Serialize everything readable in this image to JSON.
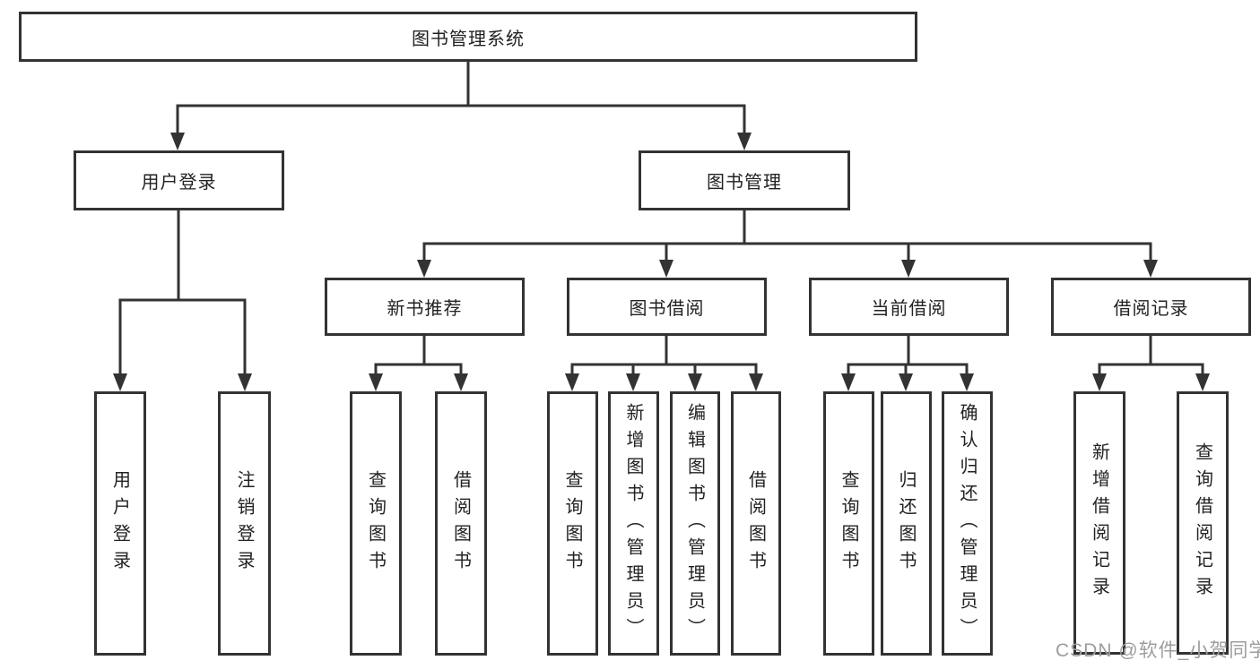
{
  "diagram": {
    "root": {
      "label": "图书管理系统"
    },
    "level1": [
      {
        "label": "用户登录"
      },
      {
        "label": "图书管理"
      }
    ],
    "level2": [
      {
        "label": "新书推荐"
      },
      {
        "label": "图书借阅"
      },
      {
        "label": "当前借阅"
      },
      {
        "label": "借阅记录"
      }
    ],
    "leaves": {
      "user_login": [
        {
          "label": "用户登录"
        },
        {
          "label": "注销登录"
        }
      ],
      "new_book": [
        {
          "label": "查询图书"
        },
        {
          "label": "借阅图书"
        }
      ],
      "book_borrow": [
        {
          "label": "查询图书"
        },
        {
          "label": "新增图书（管理员）"
        },
        {
          "label": "编辑图书（管理员）"
        },
        {
          "label": "借阅图书"
        }
      ],
      "current_borrow": [
        {
          "label": "查询图书"
        },
        {
          "label": "归还图书"
        },
        {
          "label": "确认归还（管理员）"
        }
      ],
      "borrow_record": [
        {
          "label": "新增借阅记录"
        },
        {
          "label": "查询借阅记录"
        }
      ]
    }
  },
  "watermark": "CSDN @软件_小贺同学",
  "colors": {
    "line": "#333333",
    "box_border": "#333333",
    "box_background": "#ffffff",
    "text": "#222222",
    "watermark": "#9d9d9d",
    "background": "#ffffff"
  }
}
